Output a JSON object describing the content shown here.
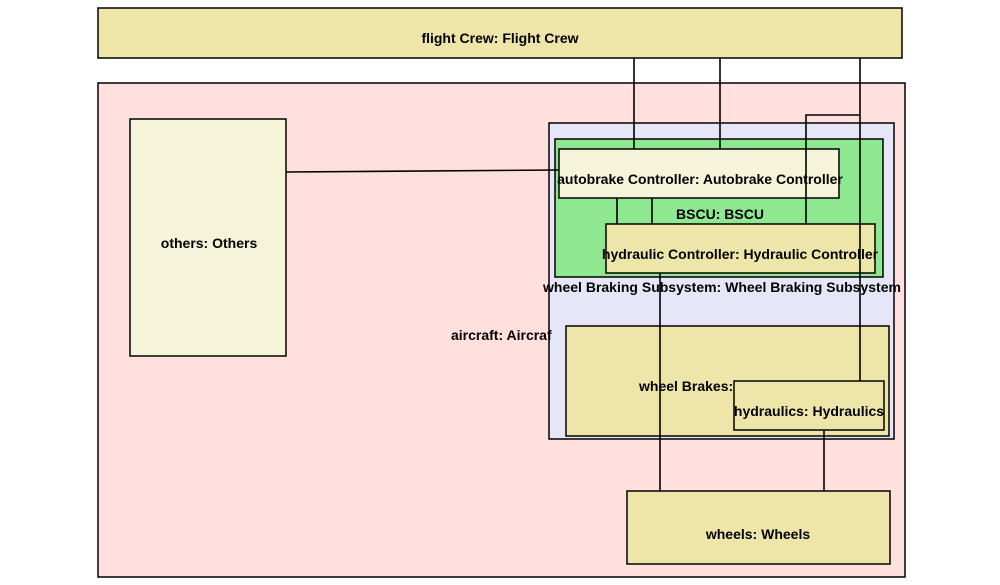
{
  "diagram": {
    "flight_crew": {
      "label": "flight Crew: Flight Crew",
      "fill": "#eee6a8"
    },
    "aircraft": {
      "label": "aircraft: Aircraf",
      "fill": "#ffe0de"
    },
    "others": {
      "label": "others: Others",
      "fill": "#f5f3d8"
    },
    "wheel_braking_subsystem": {
      "label": "wheel Braking Subsystem: Wheel Braking Subsystem",
      "fill": "#e6e6f8"
    },
    "bscu": {
      "label": "BSCU: BSCU",
      "fill": "#8fe88f"
    },
    "autobrake_controller": {
      "label": "autobrake Controller: Autobrake Controller",
      "fill": "#f5f3d8"
    },
    "hydraulic_controller": {
      "label": "hydraulic Controller: Hydraulic Controller",
      "fill": "#eee6a8"
    },
    "wheel_brakes": {
      "label": "wheel Brakes: W",
      "fill": "#eee6a8"
    },
    "hydraulics": {
      "label": "hydraulics: Hydraulics",
      "fill": "#eee6a8"
    },
    "wheels": {
      "label": "wheels: Wheels",
      "fill": "#eee6a8"
    }
  }
}
